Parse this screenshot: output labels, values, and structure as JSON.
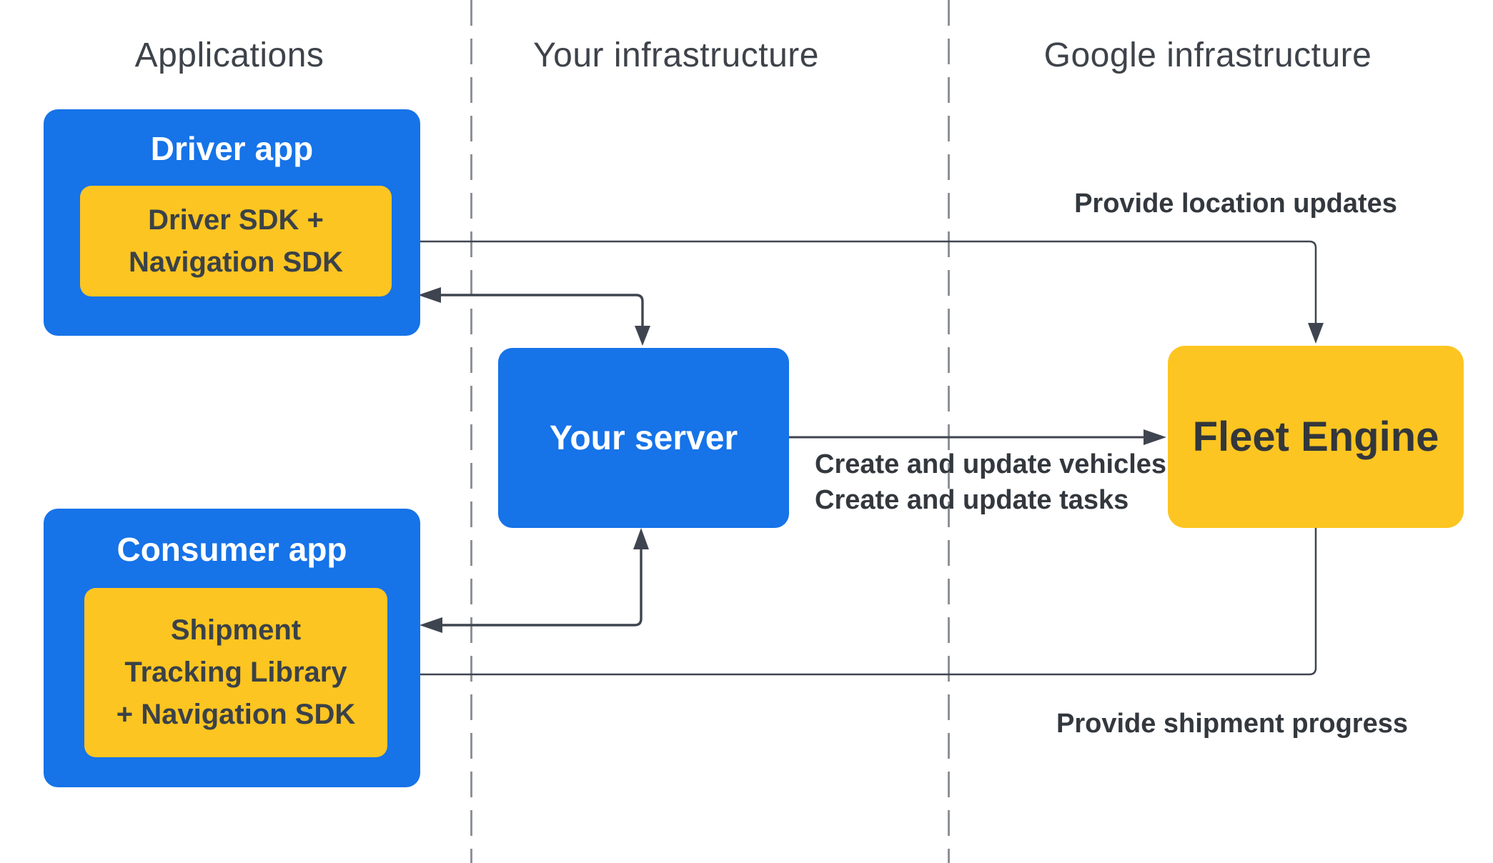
{
  "columns": [
    {
      "label": "Applications"
    },
    {
      "label": "Your infrastructure"
    },
    {
      "label": "Google infrastructure"
    }
  ],
  "nodes": {
    "driver_app": {
      "title": "Driver app",
      "sdk_lines": [
        "Driver SDK +",
        "Navigation SDK"
      ]
    },
    "consumer_app": {
      "title": "Consumer app",
      "sdk_lines": [
        "Shipment",
        "Tracking Library",
        "+ Navigation SDK"
      ]
    },
    "your_server": {
      "title": "Your server"
    },
    "fleet_engine": {
      "title": "Fleet Engine"
    }
  },
  "edges": {
    "location_updates_label": "Provide location updates",
    "create_update_lines": [
      "Create and update vehicles",
      "Create and update tasks"
    ],
    "shipment_progress_label": "Provide shipment progress"
  },
  "colors": {
    "blue": "#1673E8",
    "yellow": "#FDC521",
    "ink": "#3F4550",
    "label-ink": "#33383E",
    "header-ink": "#3E434A",
    "dash": "#8D9297"
  }
}
